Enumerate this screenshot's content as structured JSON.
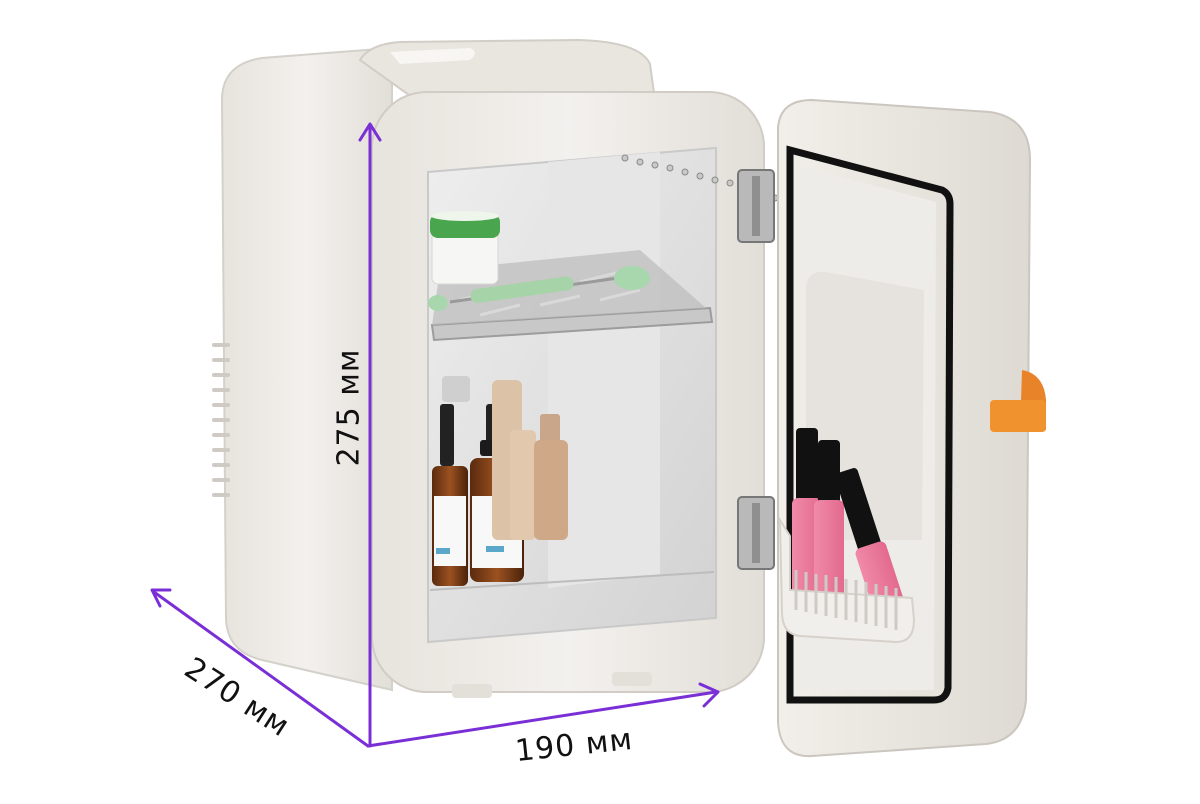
{
  "dimensions": {
    "height_label": "275 мм",
    "depth_label": "270 мм",
    "width_label": "190 мм"
  },
  "colors": {
    "dimension_line": "#7a2fd6",
    "body": "#ece9e4",
    "interior": "#dcdcdc",
    "door_strap": "#f0922e",
    "gasket": "#111111"
  }
}
